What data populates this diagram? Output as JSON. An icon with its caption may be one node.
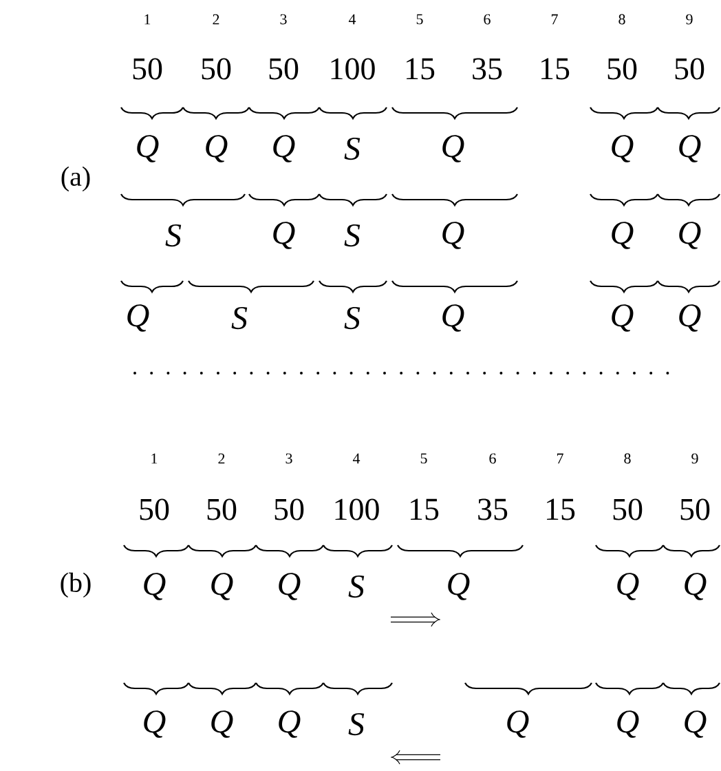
{
  "diagram": {
    "labels": [
      "1",
      "2",
      "3",
      "4",
      "5",
      "6",
      "7",
      "8",
      "9",
      "50",
      "50",
      "50",
      "100",
      "15",
      "35",
      "15",
      "50",
      "50",
      "Q",
      "Q",
      "Q",
      "S",
      "Q",
      "Q",
      "Q",
      "(a)",
      "S",
      "Q",
      "S",
      "Q",
      "Q",
      "Q",
      "Q",
      "S",
      "S",
      "Q",
      "Q",
      "Q",
      "1",
      "2",
      "3",
      "4",
      "5",
      "6",
      "7",
      "8",
      "9",
      "50",
      "50",
      "50",
      "100",
      "15",
      "35",
      "15",
      "50",
      "50",
      "(b)",
      "Q",
      "Q",
      "Q",
      "S",
      "Q",
      "Q",
      "Q",
      "Q",
      "Q",
      "Q",
      "S",
      "Q",
      "Q",
      "Q"
    ]
  }
}
